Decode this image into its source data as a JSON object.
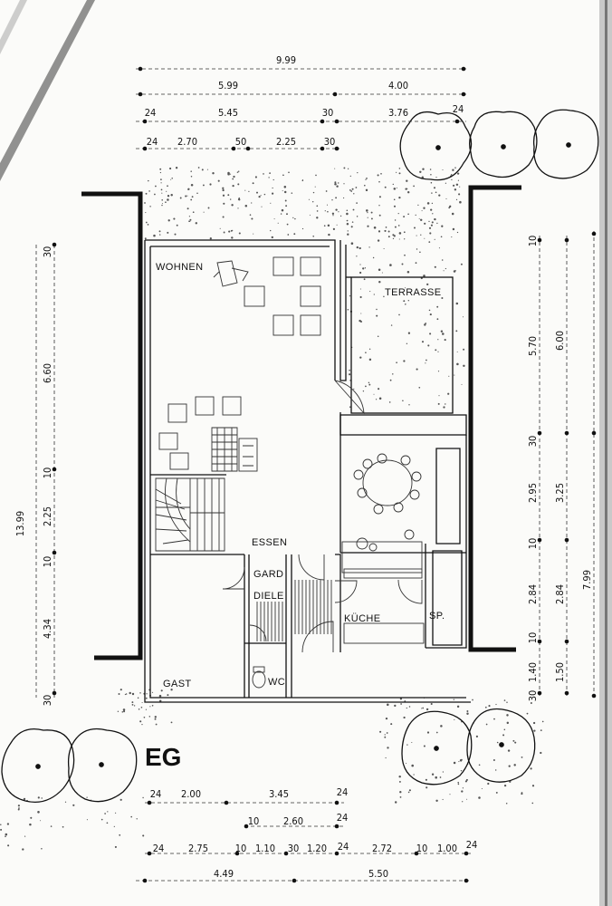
{
  "floor_label": "EG",
  "rooms": {
    "wohnen": "WOHNEN",
    "terrasse": "TERRASSE",
    "essen": "ESSEN",
    "gard": "GARD",
    "diele": "DIELE",
    "kueche": "KÜCHE",
    "sp": "SP.",
    "gast": "GAST",
    "wc": "WC"
  },
  "dims_top": {
    "r1": [
      "9.99"
    ],
    "r2": [
      "5.99",
      "4.00"
    ],
    "r3": [
      "24",
      "5.45",
      "30",
      "3.76",
      "24"
    ],
    "r4": [
      "24",
      "2.70",
      "50",
      "2.25",
      "30"
    ]
  },
  "dims_left": [
    "30",
    "6.60",
    "10",
    "2.25",
    "10",
    "4.34",
    "30",
    "13.99"
  ],
  "dims_right": {
    "c1": [
      "10",
      "5.70",
      "30",
      "2.95",
      "10",
      "2.84",
      "10",
      "1.40",
      "30"
    ],
    "c2": [
      "6.00",
      "3.25",
      "2.84",
      "1.50"
    ],
    "c3": [
      "7.99"
    ]
  },
  "dims_bottom": {
    "r1": [
      "24",
      "2.00",
      "3.45",
      "24"
    ],
    "r2": [
      "10",
      "2.60",
      "24"
    ],
    "r3": [
      "24",
      "2.75",
      "10",
      "1.10",
      "30",
      "1.20",
      "24",
      "2.72",
      "10",
      "1.00",
      "24"
    ],
    "r4": [
      "4.49",
      "5.50"
    ]
  },
  "colors": {
    "ink": "#111111",
    "paper": "#fbfbf9",
    "stipple": "#555555"
  }
}
